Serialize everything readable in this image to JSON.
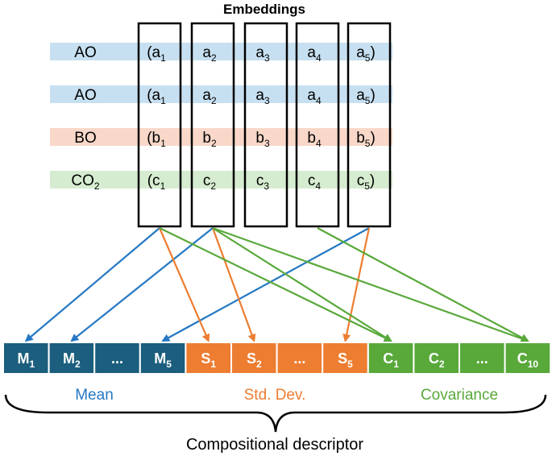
{
  "title": "Embeddings",
  "rows": [
    {
      "label": "AO",
      "label_sub": "",
      "letter": "a",
      "color": "#c7e0f1"
    },
    {
      "label": "AO",
      "label_sub": "",
      "letter": "a",
      "color": "#c7e0f1"
    },
    {
      "label": "BO",
      "label_sub": "",
      "letter": "b",
      "color": "#f9d8c9"
    },
    {
      "label": "CO",
      "label_sub": "2",
      "letter": "c",
      "color": "#d6ecd0"
    }
  ],
  "columns": [
    "1",
    "2",
    "3",
    "4",
    "5"
  ],
  "descriptor": {
    "cells": [
      {
        "main": "M",
        "sub": "1",
        "group": "mean"
      },
      {
        "main": "M",
        "sub": "2",
        "group": "mean"
      },
      {
        "main": "...",
        "sub": "",
        "group": "mean"
      },
      {
        "main": "M",
        "sub": "5",
        "group": "mean"
      },
      {
        "main": "S",
        "sub": "1",
        "group": "std"
      },
      {
        "main": "S",
        "sub": "2",
        "group": "std"
      },
      {
        "main": "...",
        "sub": "",
        "group": "std"
      },
      {
        "main": "S",
        "sub": "5",
        "group": "std"
      },
      {
        "main": "C",
        "sub": "1",
        "group": "cov"
      },
      {
        "main": "C",
        "sub": "2",
        "group": "cov"
      },
      {
        "main": "...",
        "sub": "",
        "group": "cov"
      },
      {
        "main": "C",
        "sub": "10",
        "group": "cov"
      }
    ],
    "groups": {
      "mean": {
        "label": "Mean",
        "color": "#1b5e7d",
        "arrow_color": "#2478c4"
      },
      "std": {
        "label": "Std. Dev.",
        "color": "#ed7d31",
        "arrow_color": "#ed7d31"
      },
      "cov": {
        "label": "Covariance",
        "color": "#58a83a",
        "arrow_color": "#58a83a"
      }
    },
    "caption": "Compositional descriptor"
  }
}
